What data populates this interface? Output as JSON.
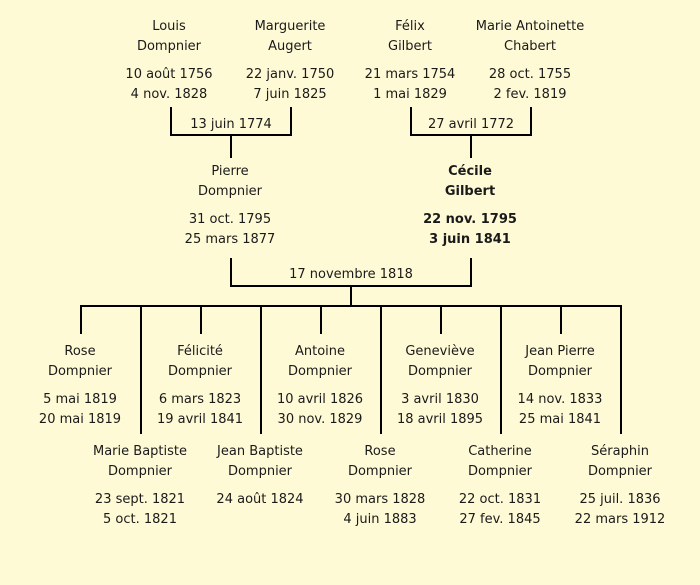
{
  "chart_data": {
    "type": "family-tree",
    "grandparents": [
      {
        "first": "Louis",
        "last": "Dompnier",
        "birth": "10 août 1756",
        "death": "4 nov. 1828"
      },
      {
        "first": "Marguerite",
        "last": "Augert",
        "birth": "22 janv. 1750",
        "death": "7 juin 1825"
      },
      {
        "first": "Félix",
        "last": "Gilbert",
        "birth": "21 mars 1754",
        "death": "1 mai 1829"
      },
      {
        "first": "Marie Antoinette",
        "last": "Chabert",
        "birth": "28 oct. 1755",
        "death": "2 fev. 1819"
      }
    ],
    "grandparent_marriages": [
      "13 juin 1774",
      "27 avril 1772"
    ],
    "parents": [
      {
        "first": "Pierre",
        "last": "Dompnier",
        "birth": "31 oct. 1795",
        "death": "25 mars 1877"
      },
      {
        "first": "Cécile",
        "last": "Gilbert",
        "birth": "22 nov. 1795",
        "death": "3 juin 1841",
        "highlight": true
      }
    ],
    "parent_marriage": "17 novembre 1818",
    "children": [
      {
        "first": "Rose",
        "last": "Dompnier",
        "birth": "5 mai 1819",
        "death": "20 mai 1819"
      },
      {
        "first": "Marie Baptiste",
        "last": "Dompnier",
        "birth": "23 sept. 1821",
        "death": "5 oct. 1821"
      },
      {
        "first": "Félicité",
        "last": "Dompnier",
        "birth": "6 mars 1823",
        "death": "19 avril 1841"
      },
      {
        "first": "Jean Baptiste",
        "last": "Dompnier",
        "birth": "24 août 1824",
        "death": ""
      },
      {
        "first": "Antoine",
        "last": "Dompnier",
        "birth": "10 avril 1826",
        "death": "30 nov. 1829"
      },
      {
        "first": "Rose",
        "last": "Dompnier",
        "birth": "30 mars 1828",
        "death": "4 juin 1883"
      },
      {
        "first": "Geneviève",
        "last": "Dompnier",
        "birth": "3 avril 1830",
        "death": "18 avril 1895"
      },
      {
        "first": "Catherine",
        "last": "Dompnier",
        "birth": "22 oct. 1831",
        "death": "27 fev. 1845"
      },
      {
        "first": "Jean Pierre",
        "last": "Dompnier",
        "birth": "14 nov. 1833",
        "death": "25 mai 1841"
      },
      {
        "first": "Séraphin",
        "last": "Dompnier",
        "birth": "25 juil. 1836",
        "death": "22 mars 1912"
      }
    ]
  }
}
